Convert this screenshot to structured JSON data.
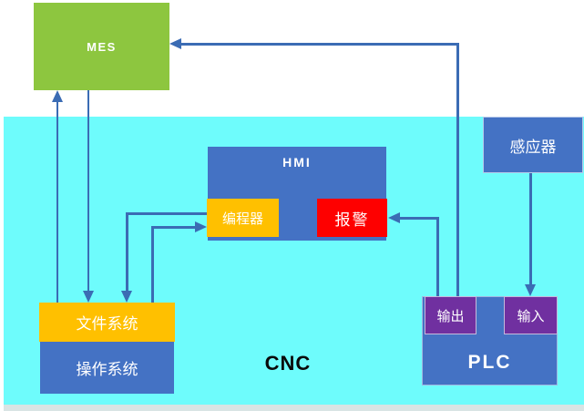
{
  "diagram": {
    "system_label": "CNC",
    "nodes": {
      "mes": {
        "label": "MES",
        "color": "#8dc63f"
      },
      "sensor": {
        "label": "感应器",
        "color": "#4472c4"
      },
      "hmi": {
        "label": "HMI",
        "color": "#4472c4"
      },
      "programmer": {
        "label": "编程器",
        "color": "#ffc000"
      },
      "alarm": {
        "label": "报警",
        "color": "#fe0000"
      },
      "file_system": {
        "label": "文件系统",
        "color": "#ffc000"
      },
      "operating_system": {
        "label": "操作系统",
        "color": "#4472c4"
      },
      "plc": {
        "label": "PLC",
        "color": "#4472c4"
      },
      "output": {
        "label": "输出",
        "color": "#7030a0"
      },
      "input": {
        "label": "输入",
        "color": "#7030a0"
      }
    },
    "edges": [
      {
        "from": "file_system",
        "to": "mes"
      },
      {
        "from": "mes",
        "to": "file_system"
      },
      {
        "from": "programmer",
        "to": "file_system"
      },
      {
        "from": "file_system",
        "to": "programmer"
      },
      {
        "from": "output",
        "to": "mes"
      },
      {
        "from": "output",
        "to": "alarm"
      },
      {
        "from": "sensor",
        "to": "input"
      }
    ],
    "colors": {
      "cnc_background": "#6efcfc",
      "arrow": "#3b6cb4",
      "page_background": "#ffffff"
    }
  }
}
